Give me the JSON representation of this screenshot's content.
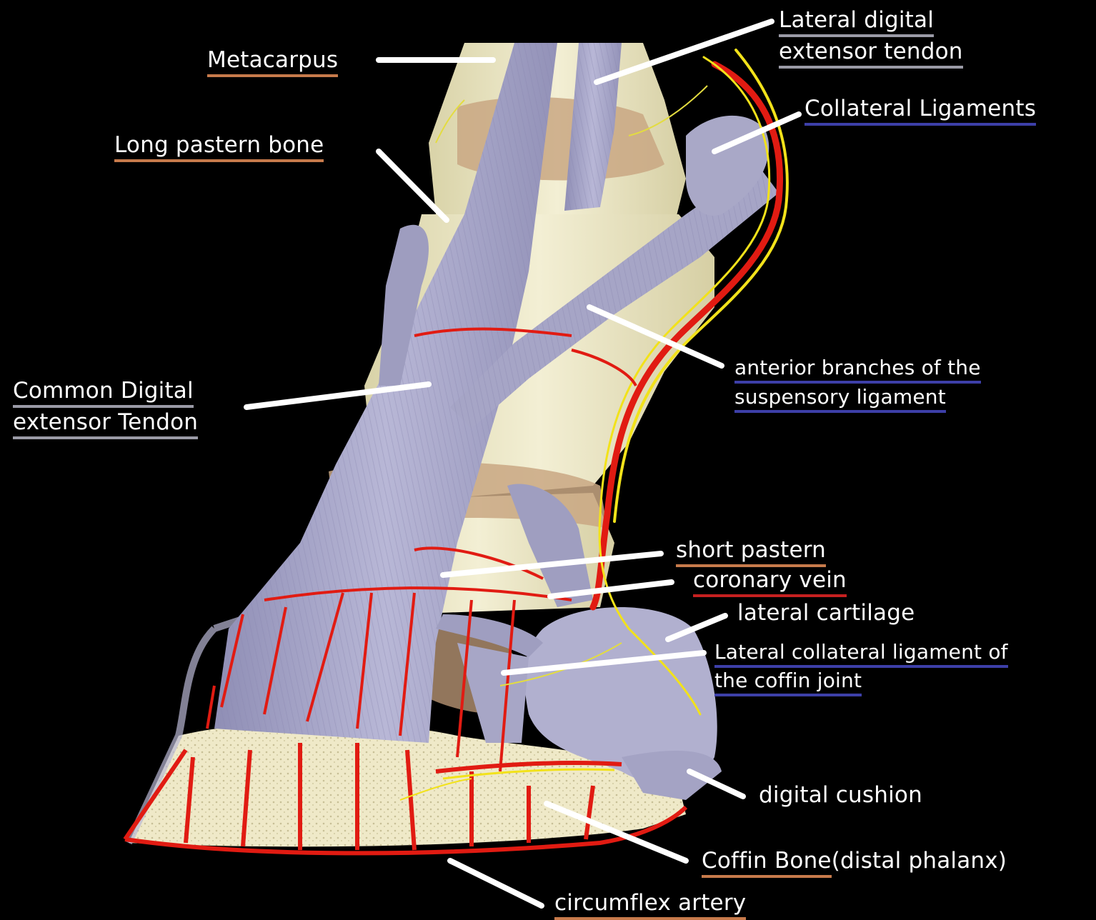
{
  "colors": {
    "background": "#000000",
    "underline_orange": "#c77a4b",
    "underline_blue": "#3d3fa8",
    "underline_grey": "#9a9aa6",
    "underline_red": "#c62020",
    "tendon": "#a9a8c8",
    "bone": "#ece8c6",
    "artery": "#e11b12",
    "nerve": "#f2e21a"
  },
  "labels": {
    "metacarpus": "Metacarpus",
    "long_pastern_bone": "Long pastern bone",
    "common_digital_1": "Common Digital",
    "common_digital_2": "extensor Tendon",
    "lateral_digital_1": "Lateral digital",
    "lateral_digital_2": "extensor tendon",
    "collateral_ligaments": "Collateral Ligaments",
    "anterior_branches_1": "anterior branches of the",
    "anterior_branches_2": "suspensory ligament",
    "short_pastern": "short pastern",
    "coronary_vein": "coronary vein",
    "lateral_cartilage": "lateral cartilage",
    "lateral_collateral_1": "Lateral collateral ligament of",
    "lateral_collateral_2": "the coffin joint",
    "digital_cushion": "digital cushion",
    "coffin_bone_a": "Coffin Bone",
    "coffin_bone_b": "(distal phalanx)",
    "circumflex_artery": "circumflex artery"
  }
}
